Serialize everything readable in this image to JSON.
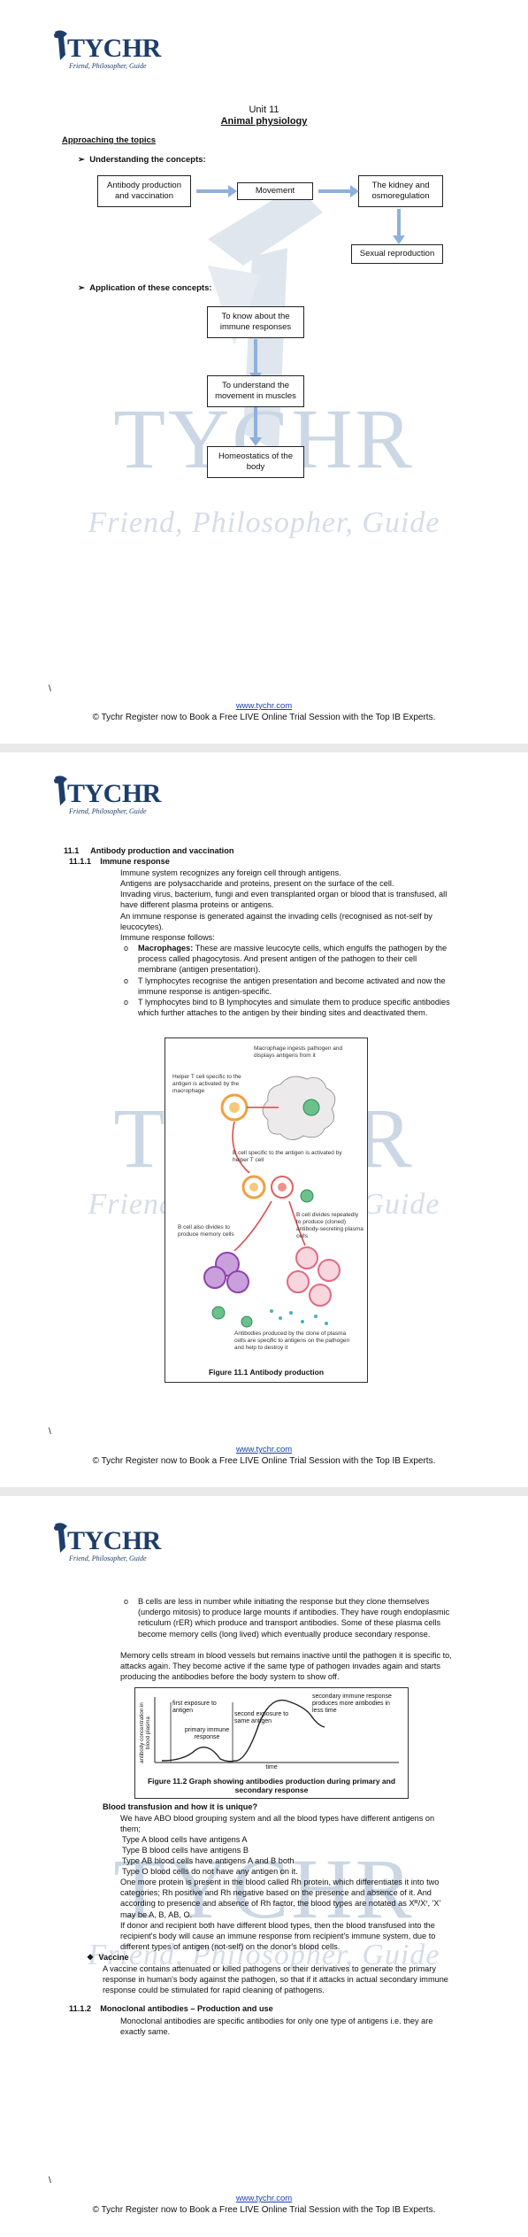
{
  "brand": {
    "name": "TYCHR",
    "tagline": "Friend, Philosopher, Guide"
  },
  "watermark": {
    "text": "TYCHR",
    "sub": "Friend, Philosopher, Guide"
  },
  "footer": {
    "slash": "\\",
    "link": "www.tychr.com",
    "text": "© Tychr Register now to Book a Free LIVE Online Trial Session with the Top IB Experts."
  },
  "page1": {
    "unit": "Unit 11",
    "title": "Animal physiology",
    "approach": "Approaching the topics",
    "understanding": "Understanding the concepts:",
    "application": "Application of these concepts:",
    "concept_boxes": [
      "Antibody production and vaccination",
      "Movement",
      "The kidney and osmoregulation",
      "Sexual reproduction"
    ],
    "application_boxes": [
      "To know about the immune responses",
      "To understand the movement in muscles",
      "Homeostatics of the body"
    ]
  },
  "page2": {
    "section": "11.1",
    "section_title": "Antibody production and vaccination",
    "sub": "11.1.1",
    "sub_title": "Immune response",
    "bullet_glyph": "",
    "bullets": [
      "Immune system recognizes any foreign cell through antigens.",
      "Antigens are polysaccharide and proteins, present on the surface of the cell.",
      "Invading virus, bacterium, fungi and even transplanted organ or blood that is transfused, all have different plasma proteins or antigens.",
      "An immune response is generated against the invading cells (recognised as not-self by leucocytes).",
      "Immune response follows:"
    ],
    "sub_bullets": [
      {
        "lead": "Macrophages:",
        "text": "These are massive leucocyte cells, which engulfs the pathogen by the process called phagocytosis. And present antigen of the pathogen to their cell membrane (antigen presentation)."
      },
      {
        "lead": "",
        "text": "T lymphocytes recognise the antigen presentation and become activated and now the immune response is antigen-specific."
      },
      {
        "lead": "",
        "text": "T lymphocytes bind to B lymphocytes and simulate them to produce specific antibodies which further attaches to the antigen by their binding sites and deactivated them."
      }
    ],
    "figure_labels": [
      "Macrophage ingests pathogen and displays antigens from it",
      "Helper T cell specific to the antigen is activated by the macrophage",
      "B cell specific to the antigen is activated by helper T cell",
      "B cell divides repeatedly to produce (cloned) antibody-secreting plasma cells",
      "B cell also divides to produce memory cells",
      "Antibodies produced by the clone of plasma cells are specific to antigens on the pathogen and help to destroy it"
    ],
    "figure_caption": "Figure 11.1 Antibody production"
  },
  "page3": {
    "cont_bullet": "B cells are less in number while initiating the response but they clone themselves (undergo mitosis) to produce large mounts if antibodies. They have rough endoplasmic reticulum (rER) which produce and transport antibodies. Some of these plasma cells become memory cells (long lived) which eventually produce secondary response.",
    "memory_bullet": "Memory cells stream in blood vessels but remains inactive until the pathogen it is specific to, attacks again. They become active if the same type of pathogen invades again and starts producing the antibodies before the body system to show off.",
    "graph": {
      "ylabel": "antibody concentration in blood plasma",
      "xlabel": "time",
      "labels": [
        "first exposure to antigen",
        "second exposure to same antigen",
        "primary immune response",
        "secondary immune response produces more antibodies in less time"
      ]
    },
    "graph_caption": "Figure 11.2 Graph showing antibodies production during primary and secondary response",
    "blood_heading": "Blood transfusion and how it is unique?",
    "abo_bullet": "We have ABO blood grouping system and all the blood types have different antigens on them;",
    "abo_types": [
      "Type A blood cells have antigens A",
      "Type B blood cells have antigens B",
      "Type AB blood cells have antigens A and B both",
      "Type O blood cells do not have any antigen on it."
    ],
    "rh_bullet": "One more protein is present in the blood called Rh protein, which differentiates it into two categories; Rh positive and Rh negative based on the presence and absence of it. And according to presence and absence of Rh factor, the blood types are notated as Xᴿ/Xʳ, 'X' may be A, B, AB, O.",
    "donor_bullet": "If donor and recipient both have different blood types, then the blood transfused into the recipient's body will cause an immune response from recipient's immune system, due to different types of antigen (not-self) on the donor's blood cells.",
    "vaccine_glyph": "❖",
    "vaccine_heading": "Vaccine",
    "vaccine_text": "A vaccine contains attenuated or killed pathogens or their derivatives to generate the primary response in human's body against the pathogen, so that if it attacks in actual secondary immune response could be stimulated for rapid cleaning of pathogens.",
    "section": "11.1.2",
    "section_title": "Monoclonal antibodies – Production and use",
    "mono_bullet": "Monoclonal antibodies are specific antibodies for only one type of antigens i.e. they are exactly same."
  },
  "colors": {
    "brand": "#1e3d6b",
    "arrow": "#8fb0dc",
    "link": "#1a3fb5",
    "watermark": "#cbd7e4"
  }
}
